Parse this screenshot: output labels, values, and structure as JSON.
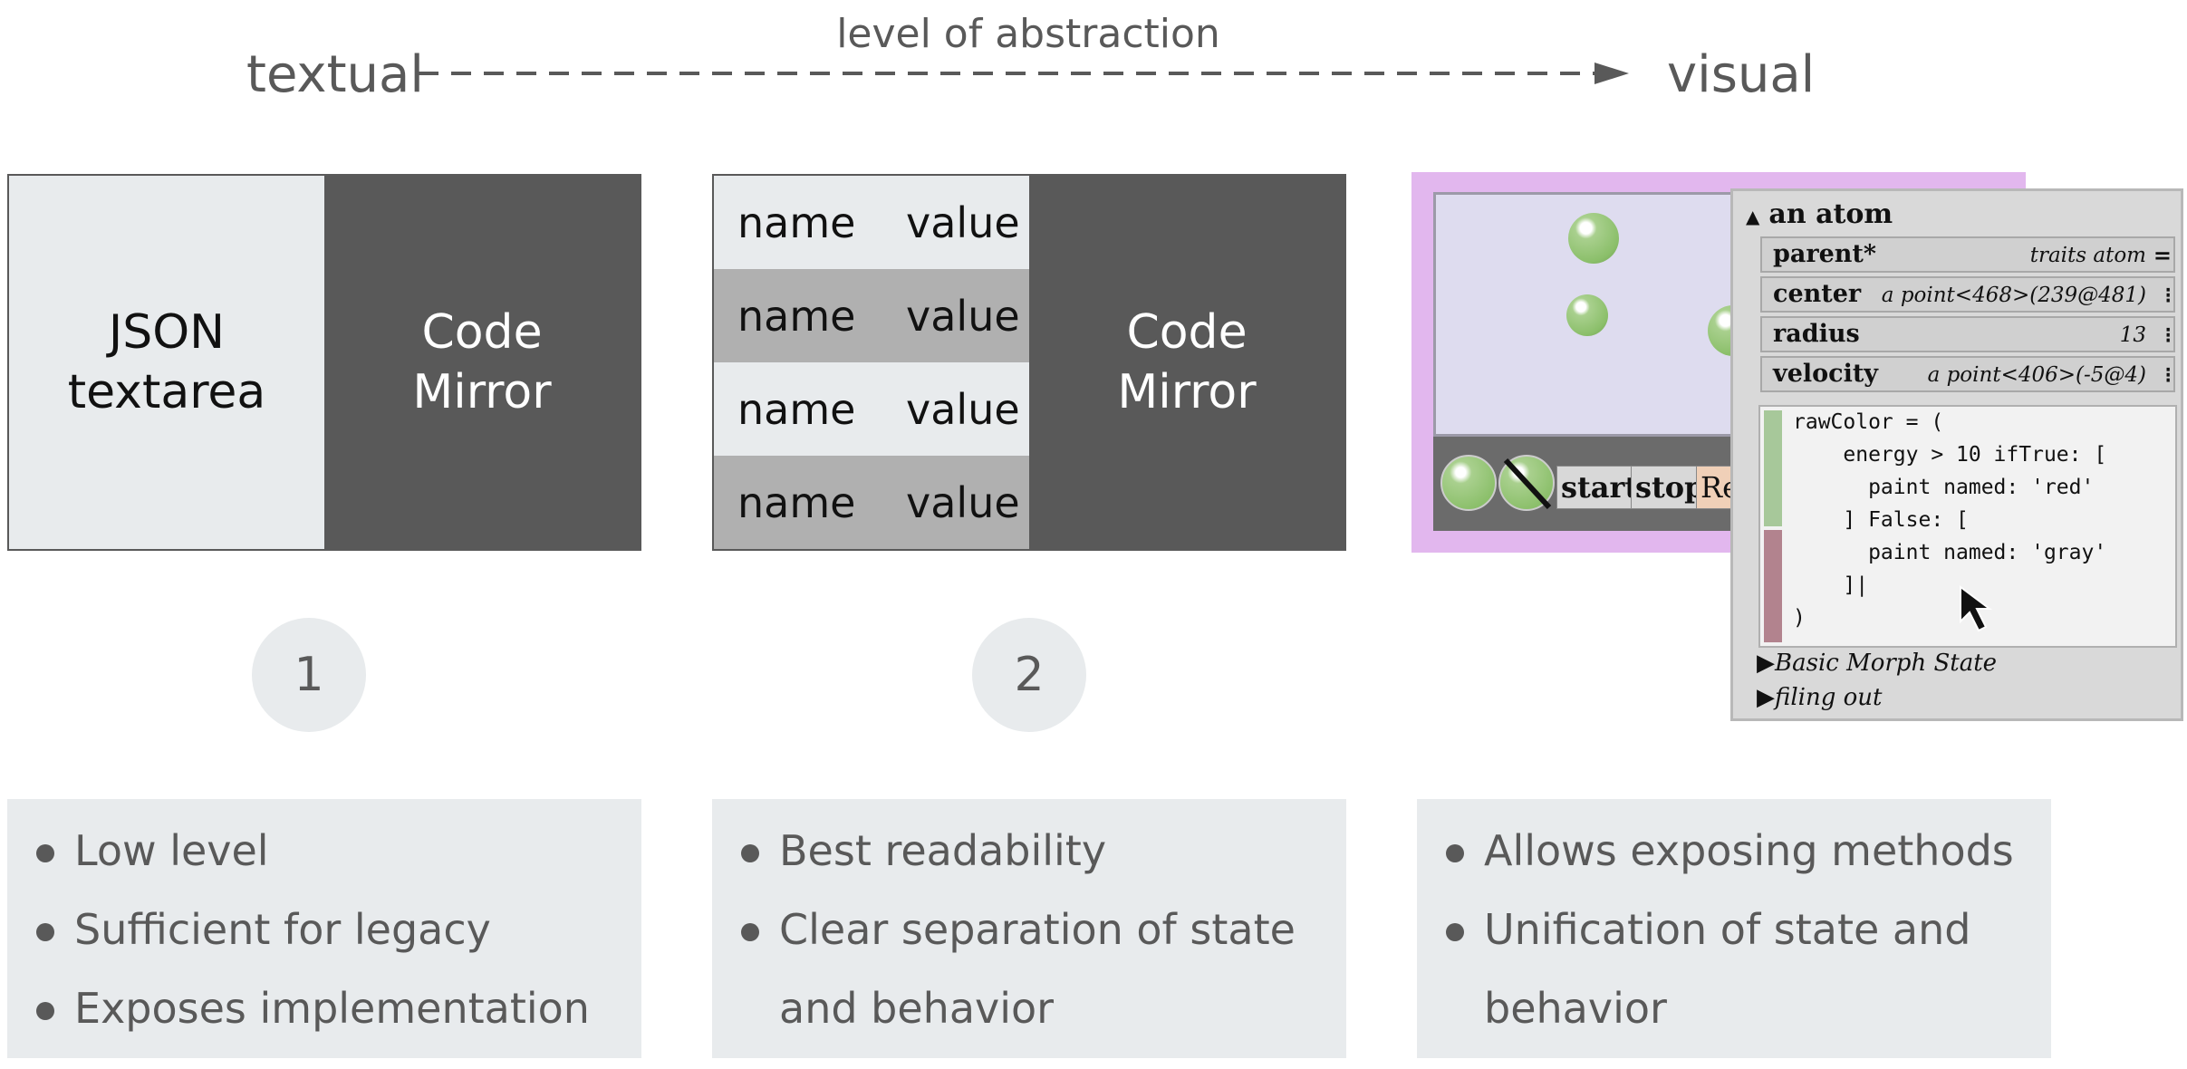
{
  "header": {
    "axis_title": "level of abstraction",
    "left_label": "textual",
    "right_label": "visual"
  },
  "panel1": {
    "left_label": "JSON\ntextarea",
    "right_label": "Code\nMirror"
  },
  "panel2": {
    "rows": [
      {
        "name": "name",
        "value": "value"
      },
      {
        "name": "name",
        "value": "value"
      },
      {
        "name": "name",
        "value": "value"
      },
      {
        "name": "name",
        "value": "value"
      }
    ],
    "right_label": "Code\nMirror"
  },
  "panel3": {
    "world_buttons": {
      "start": "start",
      "stop": "stop",
      "resize": "Resi"
    },
    "inspector": {
      "title": "an atom",
      "slots": [
        {
          "name": "parent*",
          "value": "traits atom",
          "button": "="
        },
        {
          "name": "center",
          "value": "a point<468>(239@481)",
          "button": "⁝"
        },
        {
          "name": "radius",
          "value": "13",
          "button": "⁝"
        },
        {
          "name": "velocity",
          "value": "a point<406>(-5@4)",
          "button": "⁝"
        }
      ],
      "code_lines": [
        "rawColor = (",
        "    energy > 10 ifTrue: [",
        "      paint named: 'red'",
        "    ] False: [",
        "      paint named: 'gray'",
        "    ]|",
        ")"
      ],
      "sections": [
        "Basic Morph State",
        "filing out"
      ]
    }
  },
  "numbers": [
    "1",
    "2"
  ],
  "bullets": [
    [
      "Low level",
      "Sufficient for legacy",
      "Exposes implementation"
    ],
    [
      "Best readability",
      "Clear separation of state",
      "and behavior"
    ],
    [
      "Allows exposing methods",
      "Unification of state and",
      "behavior"
    ]
  ]
}
